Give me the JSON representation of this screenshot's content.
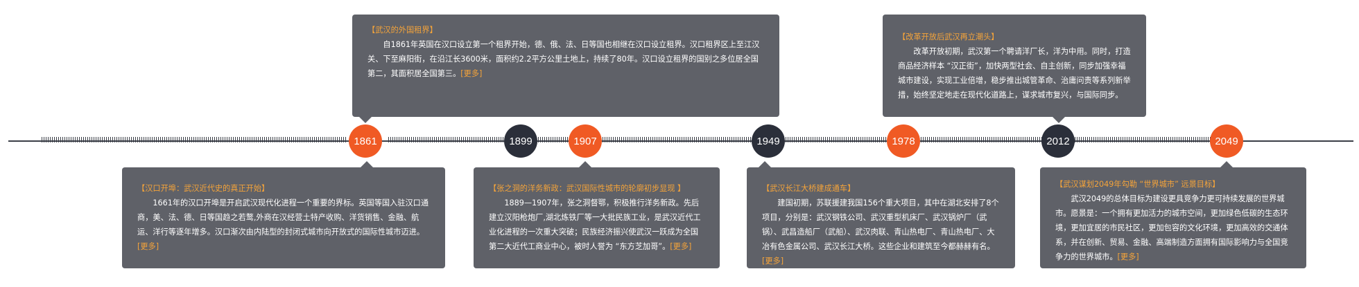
{
  "nodes": [
    {
      "year": "1861",
      "style": "orange"
    },
    {
      "year": "1899",
      "style": "dark"
    },
    {
      "year": "1907",
      "style": "orange"
    },
    {
      "year": "1949",
      "style": "dark"
    },
    {
      "year": "1978",
      "style": "orange"
    },
    {
      "year": "2012",
      "style": "dark"
    },
    {
      "year": "2049",
      "style": "orange"
    }
  ],
  "colors": {
    "accent": "#f05a24",
    "dark": "#2b2f3a",
    "card": "#5f6168",
    "title": "#f5a43a"
  },
  "cards": {
    "foreign_concession": {
      "title": "【武汉的外国租界】",
      "text": "自1861年英国在汉口设立第一个租界开始，德、俄、法、日等国也相继在汉口设立租界。汉口租界区上至江汉关、下至麻阳街，在沿江长3600米，面积约2.2平方公里土地上，持续了80年。汉口设立租界的国别之多位居全国第二，其面积居全国第三。",
      "more": "[更多]"
    },
    "port_opening": {
      "title": "【汉口开埠：武汉近代史的真正开始】",
      "text": "1661年的汉口开埠是开启武汉现代化进程一个重要的界标。英国等国入驻汉口通商，美、法、德、日等国趋之若鹜,外商在汉经营土特产收购、洋货销售、金融、航运、洋行等逐年增多。汉口渐次由内陆型的封闭式城市向开放式的国际性城市迈进。",
      "more": "[更多]"
    },
    "zhang_reform": {
      "title": "【张之洞的洋务新政：武汉国际性城市的轮廓初步显现 】",
      "text": "1889—1907年，张之洞督鄂，积极推行洋务新政。先后建立汉阳枪炮厂,湖北炼铁厂等一大批民族工业，是武汉近代工业化进程的一次重大突破；民族经济振兴使武汉一跃成为全国第二大近代工商业中心，被时人誉为 “东方芝加哥”。",
      "more": "[更多]"
    },
    "bridge": {
      "title": "【武汉长江大桥建成通车】",
      "text": "建国初期，苏联援建我国156个重大项目，其中在湖北安排了8个项目，分别是：武汉钢铁公司、武汉重型机床厂、武汉锅炉厂（武锅）、武昌造船厂（武船）、武汉肉联、青山热电厂、青山热电厂、大冶有色金属公司、武汉长江大桥。这些企业和建筑至今都赫赫有名。",
      "more": "[更多]"
    },
    "reform_opening": {
      "title": "【改革开放后武汉再立潮头】",
      "text": "改革开放初期，武汉第一个聘请洋厂长，洋为中用。同时，打造商品经济样本 “汉正街”，加快两型社会、自主创新，同步加强幸福城市建设，实现工业倍增，稳步推出城管革命、治庸问责等系列新举措，始终坚定地走在现代化道路上，谋求城市复兴，与国际同步。",
      "more": ""
    },
    "vision_2049": {
      "title": "【武汉谋划2049年勾勒 “世界城市” 远景目标】",
      "text": "武汉2049的总体目标为建设更具竞争力更可持续发展的世界城市。愿景是：一个拥有更加活力的城市空间，更加绿色低碳的生态环境，更加宜居的市民社区，更加包容的文化环境，更加高效的交通体系，并在创新、贸易、金融、高端制造方面拥有国际影响力与全国竞争力的世界城市。",
      "more": "[更多]"
    }
  }
}
